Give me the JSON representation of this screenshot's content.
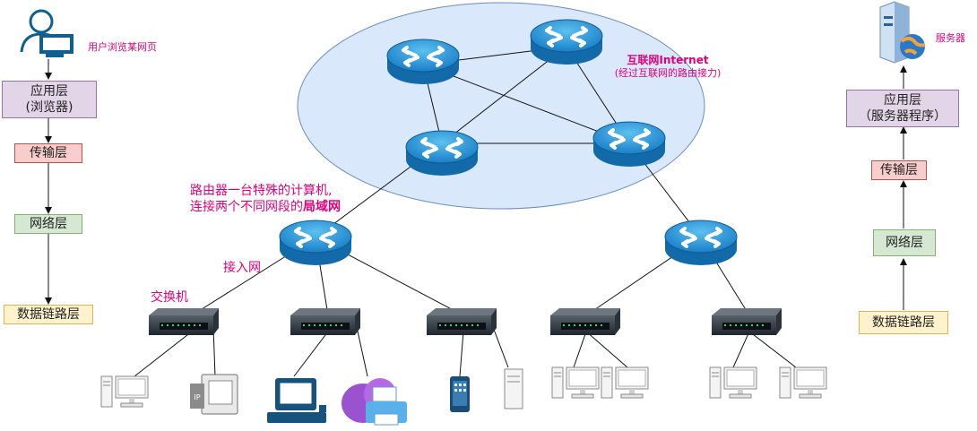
{
  "client": {
    "user_label": "用户浏览某网页",
    "layers": [
      "应用层\n(浏览器)",
      "传输层",
      "网络层",
      "数据链路层"
    ]
  },
  "server": {
    "server_label": "服务器",
    "layers": [
      "应用层\n（服务器程序）",
      "传输层",
      "网络层",
      "数据链路层"
    ]
  },
  "internet": {
    "title": "互联网Internet",
    "subtitle": "(经过互联网的路由接力)"
  },
  "router_note": {
    "line1": "路由器一台特殊的计算机,",
    "line2_prefix": "连接两个不同网段的",
    "line2_bold": "局域网"
  },
  "access_label": "接入网",
  "switch_label": "交换机",
  "colors": {
    "accent_pink": "#e0007a",
    "cloud_fill": "#dae8fc",
    "router_blue": "#1e90d6",
    "app_layer": "#e1d5e7",
    "transport_layer": "#f8cecc",
    "network_layer": "#d5e8d4",
    "link_layer": "#fff2cc"
  },
  "icons": [
    "user-computer-icon",
    "server-icon",
    "router-icon",
    "switch-icon",
    "desktop-pc-icon",
    "ip-phone-icon",
    "workstation-icon",
    "printer-icon",
    "mobile-phone-icon",
    "tower-pc-icon"
  ]
}
